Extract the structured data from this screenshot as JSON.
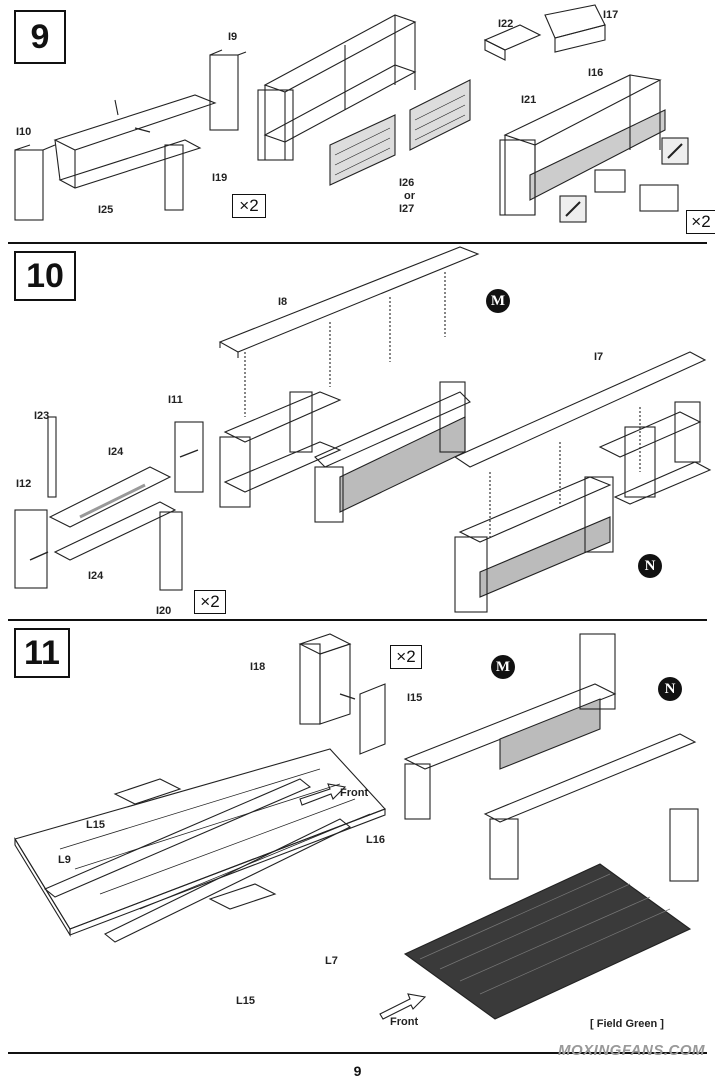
{
  "steps": [
    {
      "number": "9",
      "multipliers": [
        "×2",
        "×2"
      ],
      "labels": [
        "I9",
        "I10",
        "I19",
        "I25",
        "I22",
        "I17",
        "I21",
        "I16",
        "I26",
        "or",
        "I27"
      ]
    },
    {
      "number": "10",
      "multipliers": [
        "×2"
      ],
      "labels": [
        "I8",
        "I7",
        "I11",
        "I23",
        "I24",
        "I12",
        "I24",
        "I20"
      ],
      "badges": [
        "M",
        "N"
      ]
    },
    {
      "number": "11",
      "multipliers": [
        "×2"
      ],
      "labels": [
        "I18",
        "I15",
        "L15",
        "L9",
        "L16",
        "L7",
        "L15"
      ],
      "front_labels": [
        "Front",
        "Front"
      ],
      "badges": [
        "M",
        "N"
      ],
      "bracket_text": "[ Field Green ]"
    }
  ],
  "page_number": "9",
  "watermark": "MOXINGFANS.COM"
}
